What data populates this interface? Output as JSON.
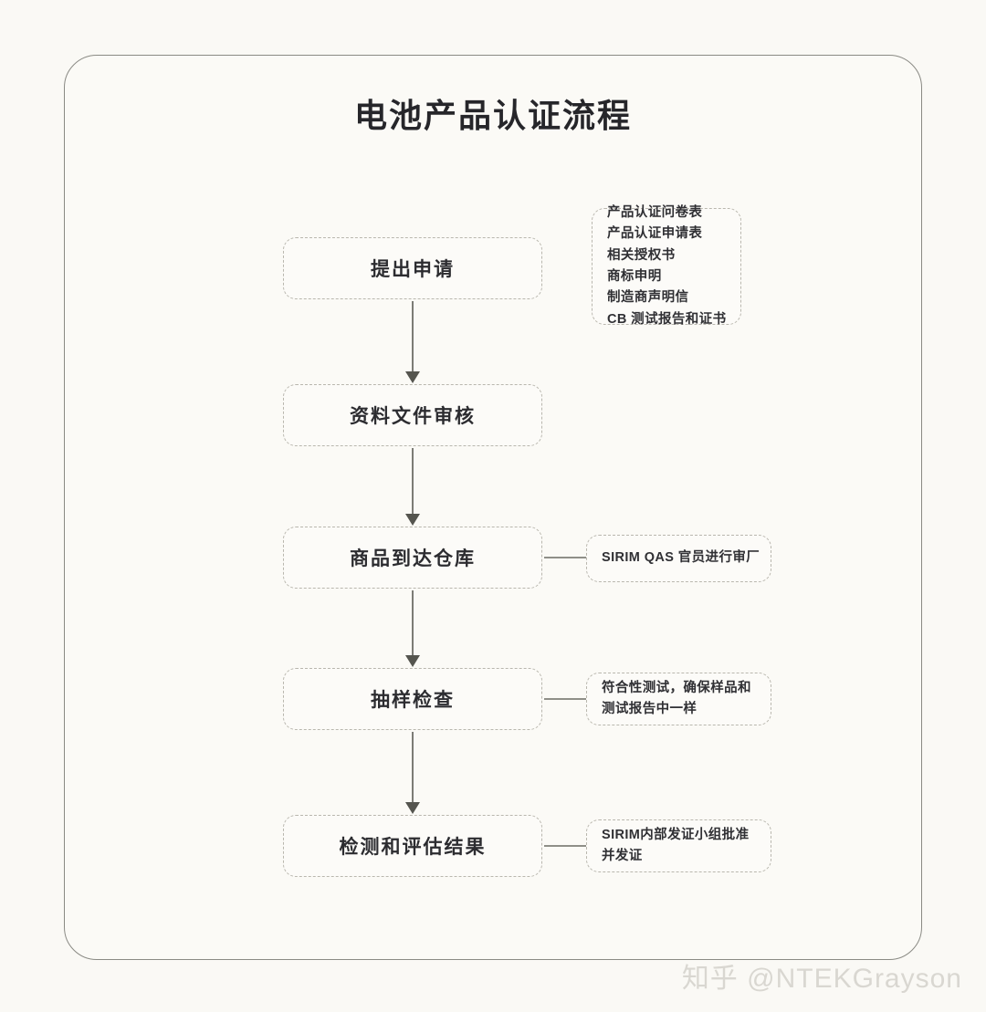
{
  "page": {
    "title": "电池产品认证流程",
    "background_color": "#faf9f5",
    "card_border_color": "#8a8a84",
    "box_border_color": "#b9b7ae",
    "connector_color": "#7c7c76",
    "text_color": "#2c2c30"
  },
  "flow": {
    "nodes": [
      {
        "id": "node-1",
        "label": "提出申请"
      },
      {
        "id": "node-2",
        "label": "资料文件审核"
      },
      {
        "id": "node-3",
        "label": "商品到达仓库"
      },
      {
        "id": "node-4",
        "label": "抽样检查"
      },
      {
        "id": "node-5",
        "label": "检测和评估结果"
      }
    ],
    "arrows": [
      {
        "id": "arrow-1",
        "from": "node-1",
        "to": "node-2"
      },
      {
        "id": "arrow-2",
        "from": "node-2",
        "to": "node-3"
      },
      {
        "id": "arrow-3",
        "from": "node-3",
        "to": "node-4"
      },
      {
        "id": "arrow-4",
        "from": "node-4",
        "to": "node-5"
      }
    ]
  },
  "notes": [
    {
      "id": "note-1",
      "attached_to": "node-1",
      "connector": false,
      "lines": [
        "产品认证问卷表",
        "产品认证申请表",
        "相关授权书",
        "商标申明",
        "制造商声明信",
        "CB 测试报告和证书"
      ]
    },
    {
      "id": "note-2",
      "attached_to": "node-3",
      "connector": true,
      "lines": [
        "SIRIM QAS 官员进行审厂"
      ]
    },
    {
      "id": "note-3",
      "attached_to": "node-4",
      "connector": true,
      "lines": [
        "符合性测试，确保样品和",
        "测试报告中一样"
      ]
    },
    {
      "id": "note-4",
      "attached_to": "node-5",
      "connector": true,
      "lines": [
        "SIRIM内部发证小组批准",
        "并发证"
      ]
    }
  ],
  "watermark": {
    "text": "知乎 @NTEKGrayson"
  }
}
